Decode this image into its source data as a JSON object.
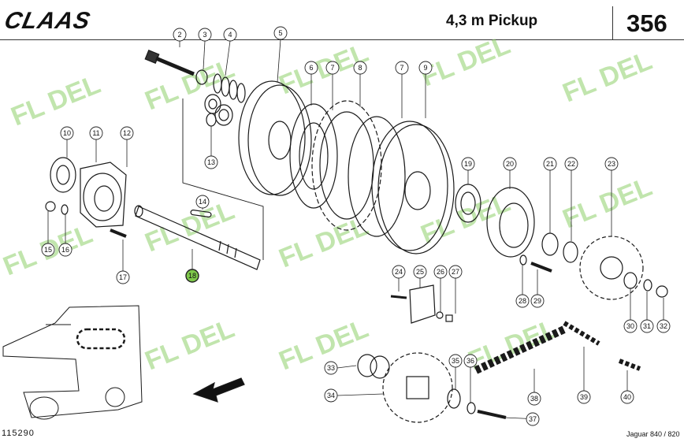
{
  "header": {
    "brand": "CLAAS",
    "title": "4,3 m Pickup",
    "page_number": "356"
  },
  "watermark": {
    "text": "FL DEL",
    "color": "#8fd16b"
  },
  "footer": {
    "drawing_id": "115290",
    "model": "Jaguar 840 / 820"
  },
  "colors": {
    "line": "#1a1a1a",
    "highlight_circle": "#7ec84a"
  },
  "callouts": [
    {
      "num": "2"
    },
    {
      "num": "3"
    },
    {
      "num": "4"
    },
    {
      "num": "5"
    },
    {
      "num": "6"
    },
    {
      "num": "7"
    },
    {
      "num": "8"
    },
    {
      "num": "7"
    },
    {
      "num": "9"
    },
    {
      "num": "10"
    },
    {
      "num": "11"
    },
    {
      "num": "12"
    },
    {
      "num": "13"
    },
    {
      "num": "14"
    },
    {
      "num": "15"
    },
    {
      "num": "16"
    },
    {
      "num": "17"
    },
    {
      "num": "18"
    },
    {
      "num": "19"
    },
    {
      "num": "20"
    },
    {
      "num": "21"
    },
    {
      "num": "22"
    },
    {
      "num": "23"
    },
    {
      "num": "24"
    },
    {
      "num": "25"
    },
    {
      "num": "26"
    },
    {
      "num": "27"
    },
    {
      "num": "28"
    },
    {
      "num": "29"
    },
    {
      "num": "30"
    },
    {
      "num": "31"
    },
    {
      "num": "32"
    },
    {
      "num": "33"
    },
    {
      "num": "34"
    },
    {
      "num": "35"
    },
    {
      "num": "36"
    },
    {
      "num": "37"
    },
    {
      "num": "38"
    },
    {
      "num": "39"
    },
    {
      "num": "40"
    }
  ]
}
